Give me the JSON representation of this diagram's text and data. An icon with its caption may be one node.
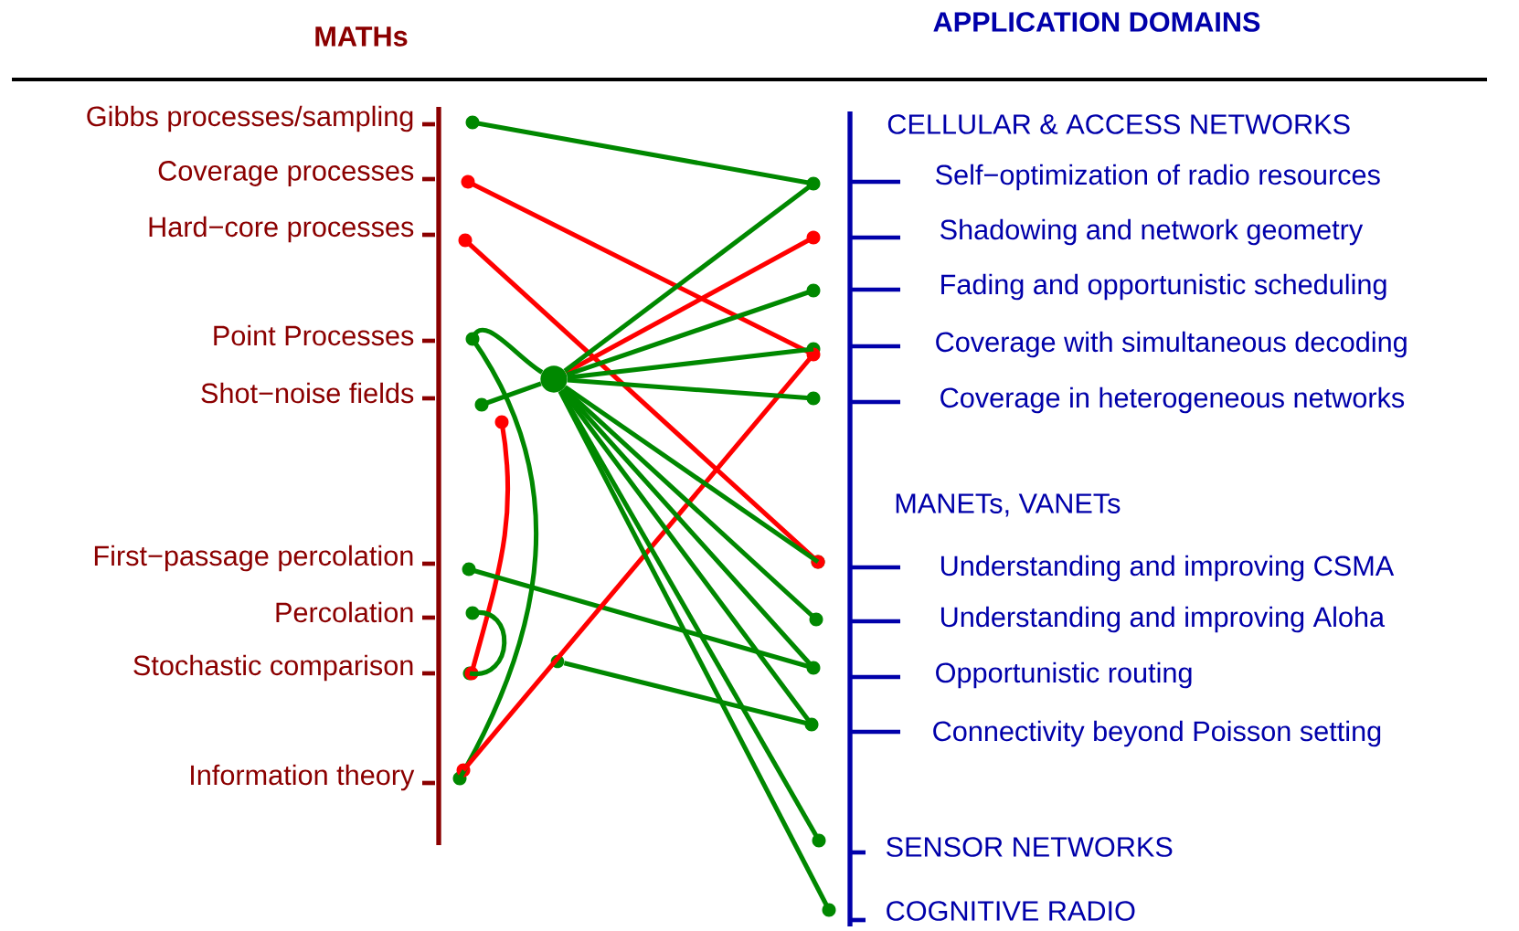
{
  "diagram": {
    "nodes": [
      {
        "text": [
          "Gibbs processes/sampling"
        ]
      },
      {
        "text": [
          "Coverage processes"
        ]
      },
      {
        "text": [
          "Hard−core processes"
        ]
      },
      {
        "text": [
          "Point Processes"
        ]
      },
      {
        "text": [
          "Shot−noise fields"
        ]
      },
      {
        "text": [
          "First−passage percolation"
        ]
      },
      {
        "text": [
          "Percolation"
        ]
      },
      {
        "text": [
          "Stochastic comparison"
        ]
      },
      {
        "text": [
          "Information theory"
        ]
      },
      {
        "text": [],
        "shape": "circle"
      },
      {
        "text": [
          "Self−optimization of radio resources"
        ]
      },
      {
        "text": [
          "Shadowing and network geometry"
        ]
      },
      {
        "text": [
          "Fading and opportunistic scheduling"
        ]
      },
      {
        "text": [
          "Coverage with simultaneous decoding"
        ]
      },
      {
        "text": [
          "Coverage in heterogeneous networks"
        ]
      },
      {
        "text": [
          "Understanding and improving CSMA"
        ]
      },
      {
        "text": [
          "Understanding and improving Aloha"
        ]
      },
      {
        "text": [
          "Opportunistic routing"
        ]
      },
      {
        "text": [
          "Connectivity beyond Poisson setting"
        ]
      },
      {
        "text": [
          "SENSOR NETWORKS"
        ]
      },
      {
        "text": [
          "COGNITIVE RADIO"
        ]
      },
      {
        "text": [],
        "shape": "circle"
      }
    ],
    "edges": [
      {
        "from": 0,
        "to": 10,
        "arrow": "none"
      },
      {
        "from": 1,
        "to": 13,
        "arrow": "none",
        "color": "#ff0000"
      },
      {
        "from": 2,
        "to": 15,
        "arrow": "none",
        "color": "#ff0000"
      },
      {
        "from": 3,
        "to": 9,
        "arrow": "none"
      },
      {
        "from": 4,
        "to": 9,
        "arrow": "none"
      },
      {
        "from": 3,
        "to": 8,
        "arrow": "none"
      },
      {
        "from": 4,
        "to": 7,
        "arrow": "none",
        "color": "#ff0000"
      },
      {
        "from": 6,
        "to": 7,
        "arrow": "none"
      },
      {
        "from": 5,
        "to": 17,
        "arrow": "none"
      },
      {
        "from": 8,
        "to": 13,
        "arrow": "none",
        "color": "#ff0000"
      },
      {
        "from": 9,
        "to": 11,
        "arrow": "none",
        "color": "#ff0000"
      },
      {
        "from": 9,
        "to": 10,
        "arrow": "none"
      },
      {
        "from": 9,
        "to": 12,
        "arrow": "none"
      },
      {
        "from": 9,
        "to": 13,
        "arrow": "none"
      },
      {
        "from": 9,
        "to": 14,
        "arrow": "none"
      },
      {
        "from": 9,
        "to": 15,
        "arrow": "none"
      },
      {
        "from": 9,
        "to": 16,
        "arrow": "none"
      },
      {
        "from": 9,
        "to": 17,
        "arrow": "none"
      },
      {
        "from": 9,
        "to": 18,
        "arrow": "none"
      },
      {
        "from": 9,
        "to": 19,
        "arrow": "none"
      },
      {
        "from": 9,
        "to": 20,
        "arrow": "none"
      },
      {
        "from": 21,
        "to": 18,
        "arrow": "none"
      }
    ],
    "labels": [
      "MATHs",
      "APPLICATION DOMAINS",
      "CELLULAR & ACCESS NETWORKS",
      "MANETs, VANETs"
    ]
  }
}
